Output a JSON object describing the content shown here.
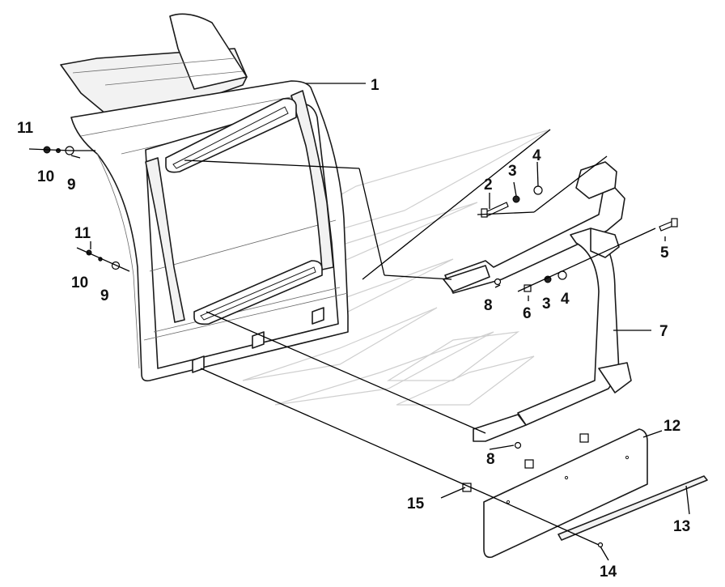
{
  "diagram": {
    "type": "exploded-parts-view",
    "callouts": [
      {
        "id": "c1",
        "text": "1"
      },
      {
        "id": "c2",
        "text": "2"
      },
      {
        "id": "c3a",
        "text": "3"
      },
      {
        "id": "c4a",
        "text": "4"
      },
      {
        "id": "c5",
        "text": "5"
      },
      {
        "id": "c6",
        "text": "6"
      },
      {
        "id": "c3b",
        "text": "3"
      },
      {
        "id": "c4b",
        "text": "4"
      },
      {
        "id": "c7",
        "text": "7"
      },
      {
        "id": "c8a",
        "text": "8"
      },
      {
        "id": "c8b",
        "text": "8"
      },
      {
        "id": "c9a",
        "text": "9"
      },
      {
        "id": "c10a",
        "text": "10"
      },
      {
        "id": "c11a",
        "text": "11"
      },
      {
        "id": "c9b",
        "text": "9"
      },
      {
        "id": "c10b",
        "text": "10"
      },
      {
        "id": "c11b",
        "text": "11"
      },
      {
        "id": "c12",
        "text": "12"
      },
      {
        "id": "c13",
        "text": "13"
      },
      {
        "id": "c14",
        "text": "14"
      },
      {
        "id": "c15",
        "text": "15"
      }
    ]
  }
}
